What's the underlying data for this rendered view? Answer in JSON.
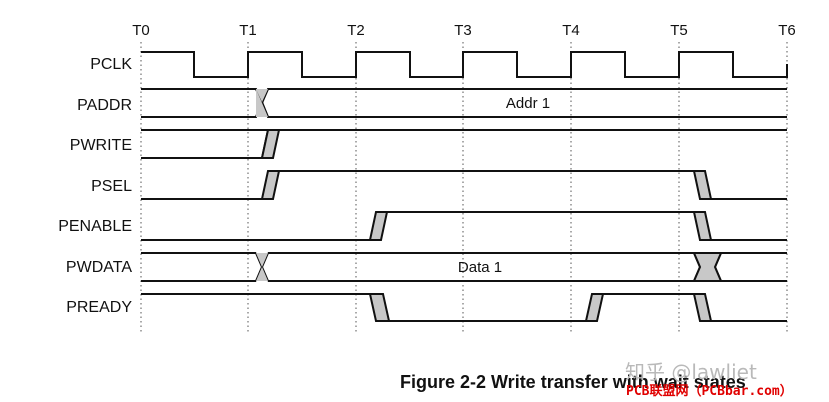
{
  "time_markers": [
    "T0",
    "T1",
    "T2",
    "T3",
    "T4",
    "T5",
    "T6"
  ],
  "signals": [
    "PCLK",
    "PADDR",
    "PWRITE",
    "PSEL",
    "PENABLE",
    "PWDATA",
    "PREADY"
  ],
  "bus_values": {
    "paddr": "Addr 1",
    "pwdata": "Data 1"
  },
  "caption": "Figure 2-2 Write transfer with wait states",
  "watermark": {
    "zhihu": "知乎 @lawliet",
    "pcb": "PCB联盟网（PCBbar.com）"
  },
  "colors": {
    "transition_fill": "#c8c8c8",
    "line": "#111111"
  }
}
